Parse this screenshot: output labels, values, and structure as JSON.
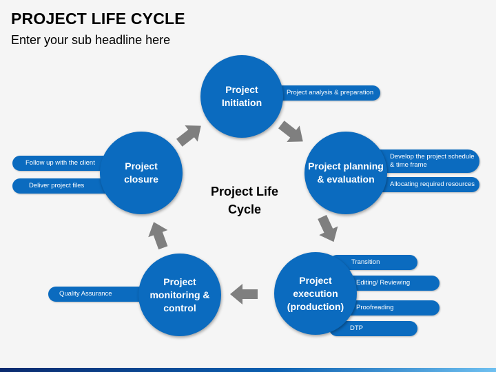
{
  "header": {
    "title": "PROJECT LIFE CYCLE",
    "subtitle": "Enter your sub headline here"
  },
  "center": {
    "label": "Project Life\nCycle"
  },
  "phases": {
    "initiation": "Project\nInitiation",
    "planning": "Project planning\n& evaluation",
    "execution": "Project\nexecution\n(production)",
    "monitoring": "Project\nmonitoring &\ncontrol",
    "closure": "Project\nclosure"
  },
  "notes": {
    "initiation": [
      "Project analysis & preparation"
    ],
    "planning": [
      "Develop the project schedule & time frame",
      "Allocating required resources"
    ],
    "execution": [
      "Transition",
      "Editing/ Reviewing",
      "Proofreading",
      "DTP"
    ],
    "monitoring": [
      "Quality Assurance"
    ],
    "closure": [
      "Follow up with the client",
      "Deliver project files"
    ]
  },
  "colors": {
    "accent": "#0b6bbf",
    "arrow": "#7f7f7f",
    "background": "#f5f5f5"
  }
}
